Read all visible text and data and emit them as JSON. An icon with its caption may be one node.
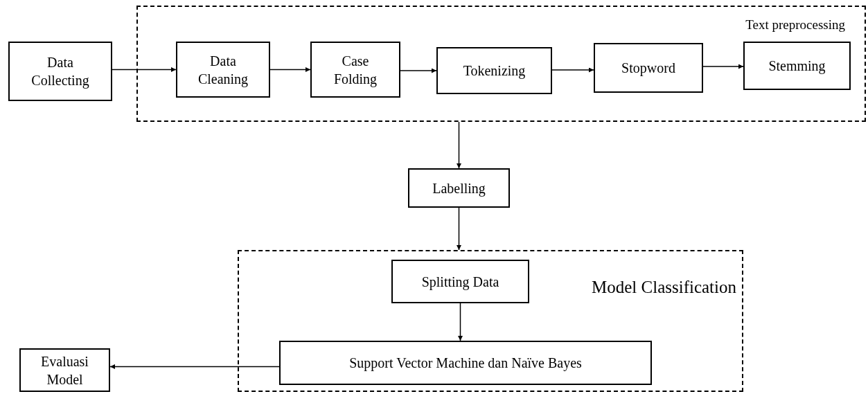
{
  "diagram": {
    "nodes": [
      {
        "text": [
          "Data Collecting"
        ]
      },
      {
        "text": [
          "Text preprocessing"
        ]
      },
      {
        "text": [
          "Data Cleaning"
        ],
        "in": 1
      },
      {
        "text": [
          "Case Folding"
        ],
        "in": 1
      },
      {
        "text": [
          "Tokenizing"
        ],
        "in": 1
      },
      {
        "text": [
          "Stopword"
        ],
        "in": 1
      },
      {
        "text": [
          "Stemming"
        ],
        "in": 1
      },
      {
        "text": [
          "Labelling"
        ]
      },
      {
        "text": [
          "Model Classification"
        ]
      },
      {
        "text": [
          "Splitting Data"
        ],
        "in": 8
      },
      {
        "text": [
          "Support Vector Machine dan Naïve Bayes"
        ],
        "in": 8
      },
      {
        "text": [
          "Evaluasi Model"
        ]
      }
    ],
    "edges": [
      {
        "from": 0,
        "to": 2,
        "arrow": "to"
      },
      {
        "from": 2,
        "to": 3,
        "arrow": "to"
      },
      {
        "from": 3,
        "to": 4,
        "arrow": "to"
      },
      {
        "from": 4,
        "to": 5,
        "arrow": "to"
      },
      {
        "from": 5,
        "to": 6,
        "arrow": "to"
      },
      {
        "from": 1,
        "to": 7,
        "arrow": "to"
      },
      {
        "from": 7,
        "to": 8,
        "arrow": "to"
      },
      {
        "from": 9,
        "to": 10,
        "arrow": "to"
      },
      {
        "from": 10,
        "to": 11,
        "arrow": "to"
      }
    ]
  }
}
